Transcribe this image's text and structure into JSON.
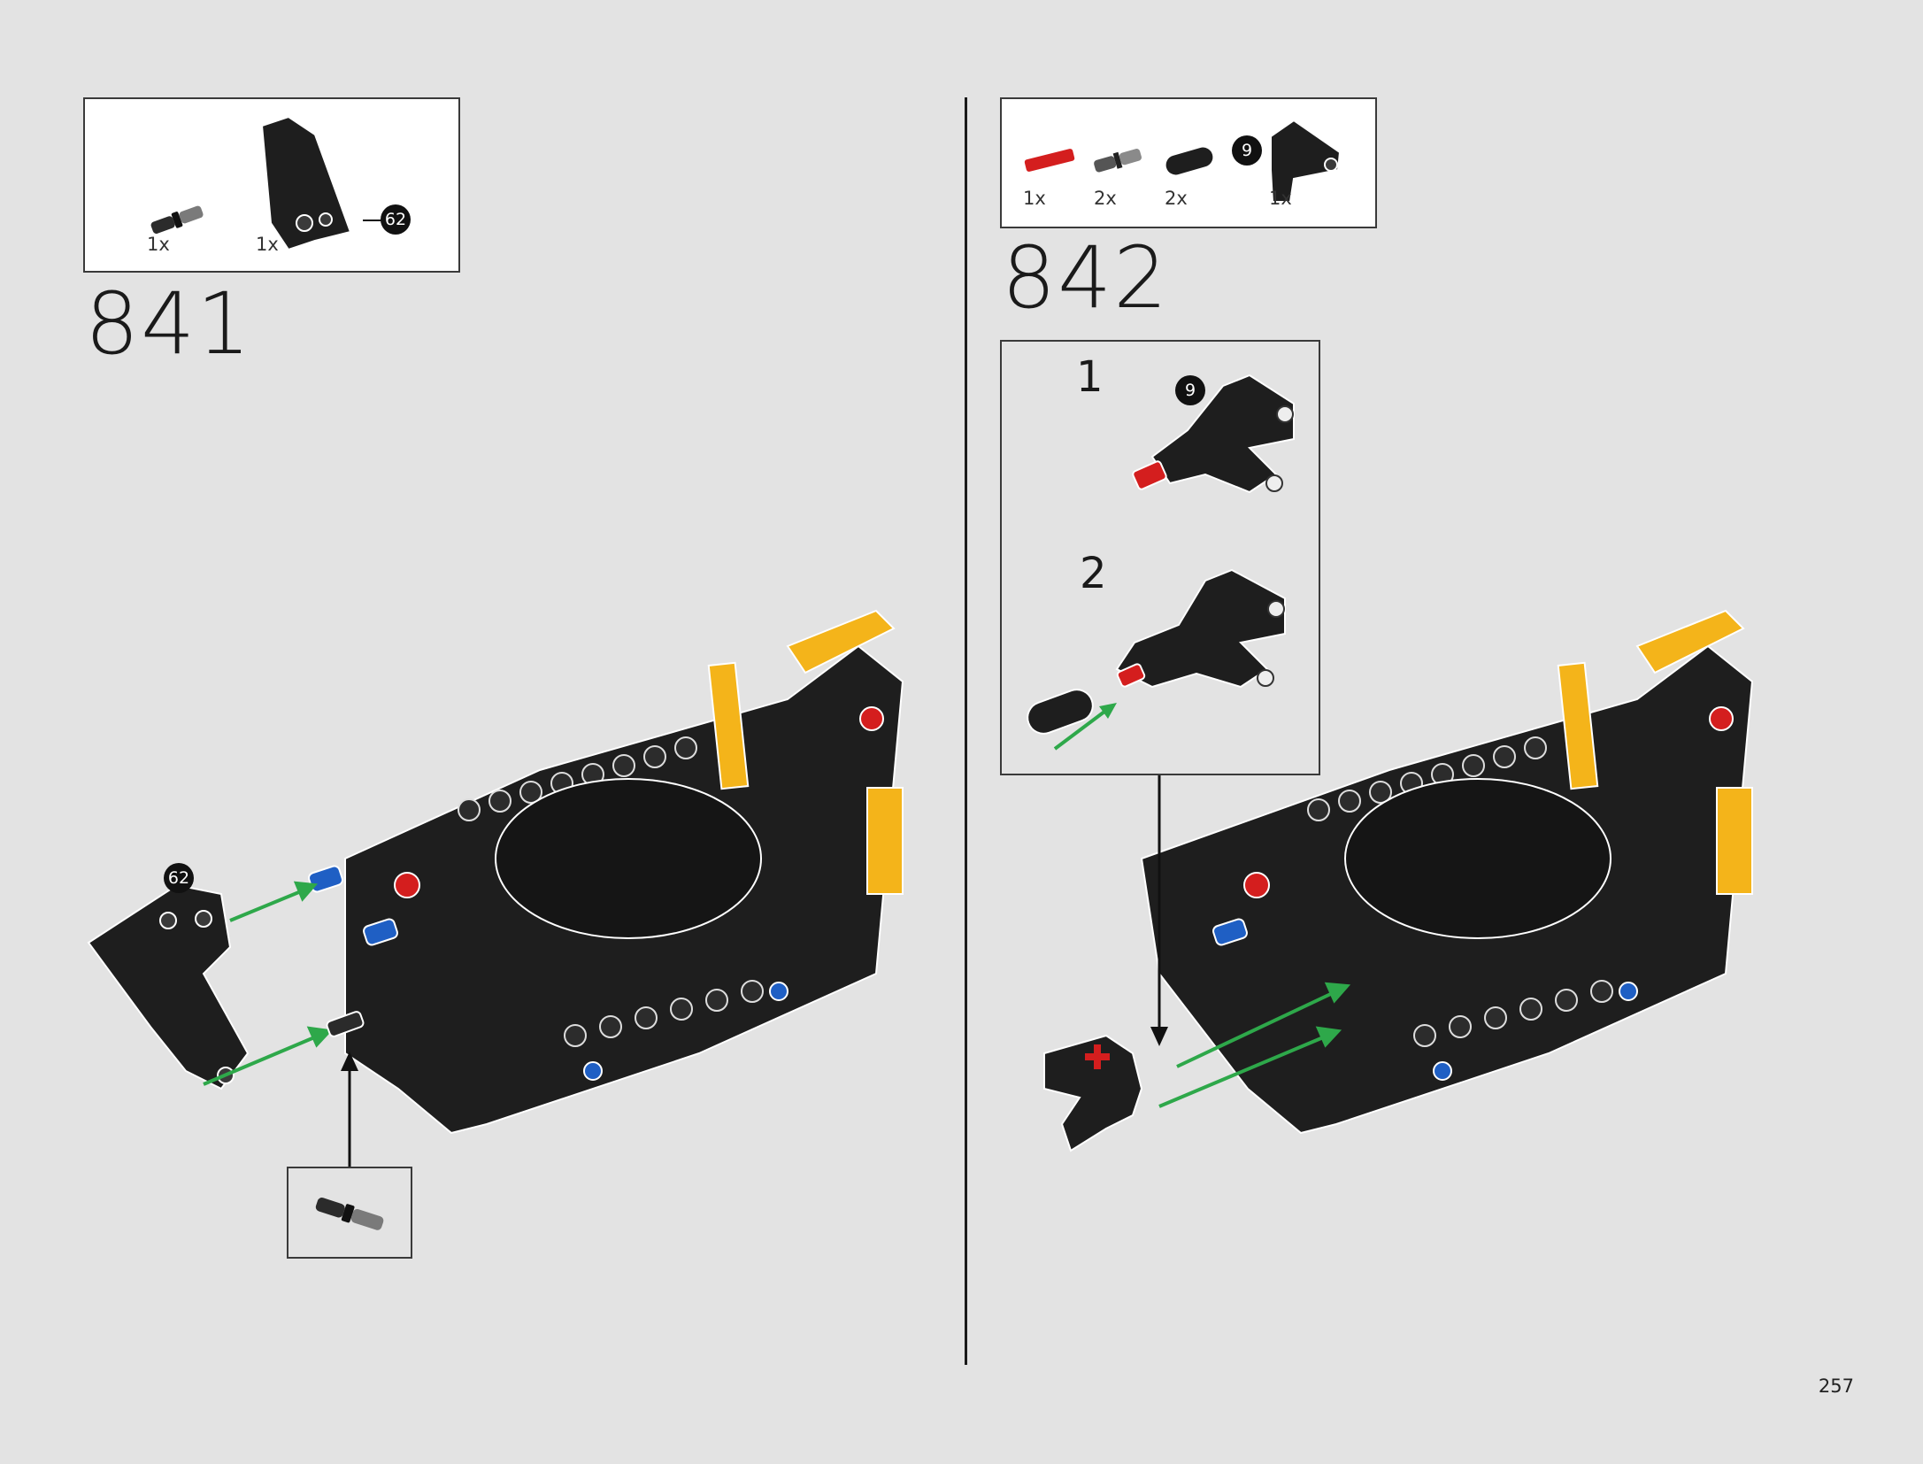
{
  "page": {
    "number": "257"
  },
  "step_841": {
    "number": "841",
    "parts": [
      {
        "qty": "1x",
        "icon": "pin-with-bush-icon"
      },
      {
        "qty": "1x",
        "icon": "angled-panel-icon",
        "callout": "62"
      }
    ],
    "model_callout": "62"
  },
  "step_842": {
    "number": "842",
    "parts": [
      {
        "qty": "1x",
        "icon": "red-axle-icon"
      },
      {
        "qty": "2x",
        "icon": "grey-pin-icon"
      },
      {
        "qty": "2x",
        "icon": "black-liftarm-icon"
      },
      {
        "qty": "1x",
        "icon": "bracket-icon",
        "callout": "9"
      }
    ],
    "substeps": [
      {
        "number": "1",
        "callout": "9"
      },
      {
        "number": "2"
      }
    ]
  },
  "colors": {
    "background": "#e3e3e3",
    "part_black": "#1e1e1e",
    "accent_yellow": "#f4b41a",
    "accent_red": "#d41e1e",
    "accent_blue": "#1f5fc4",
    "arrow_green": "#2ea84a"
  }
}
